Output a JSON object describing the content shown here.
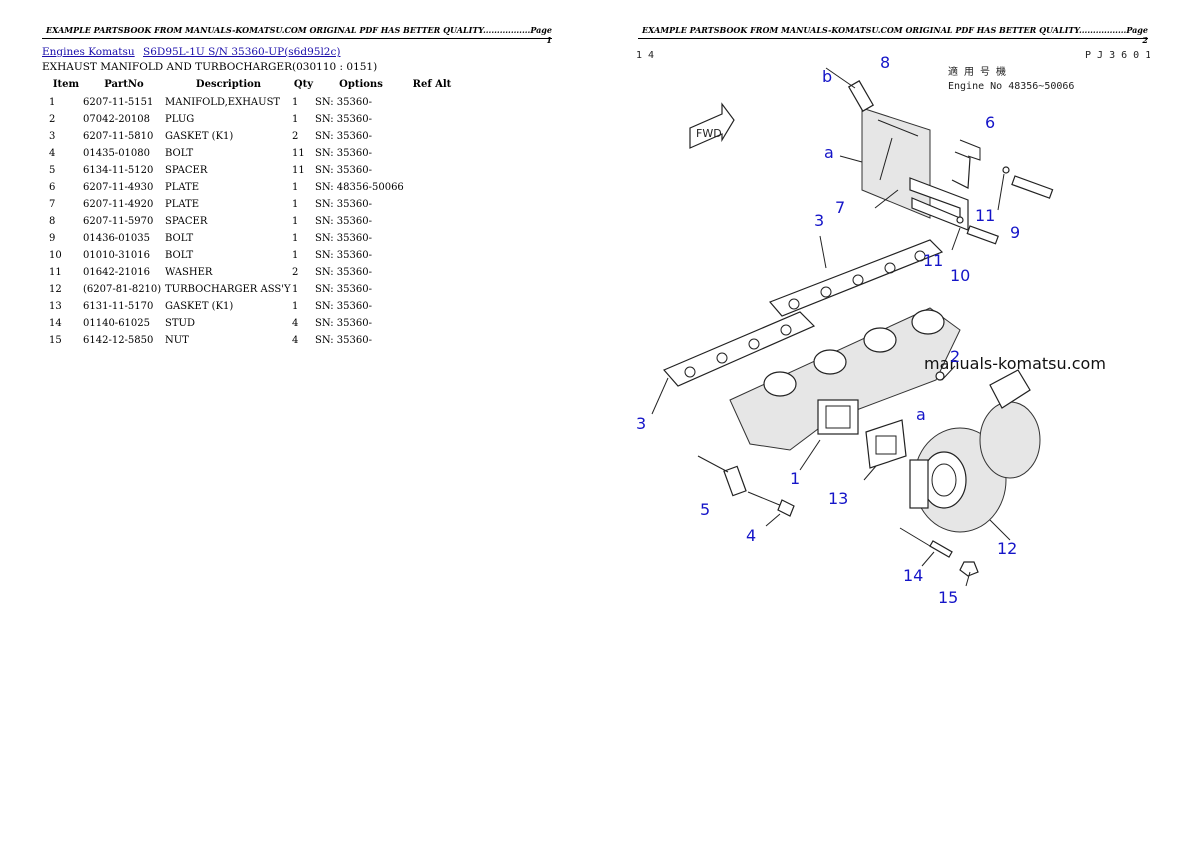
{
  "header": {
    "left": "EXAMPLE PARTSBOOK FROM MANUALS-KOMATSU.COM ORIGINAL PDF HAS BETTER QUALITY.................Page 1",
    "right": "EXAMPLE PARTSBOOK FROM MANUALS-KOMATSU.COM ORIGINAL PDF HAS BETTER QUALITY.................Page 2"
  },
  "breadcrumb": {
    "link1": "Engines Komatsu",
    "link2": "S6D95L-1U S/N 35360-UP(s6d95l2c)"
  },
  "subtitle": "EXHAUST MANIFOLD AND TURBOCHARGER(030110 : 0151)",
  "table": {
    "headers": [
      "Item",
      "PartNo",
      "Description",
      "Qty",
      "Options",
      "Ref Alt"
    ],
    "rows": [
      [
        "1",
        "6207-11-5151",
        "MANIFOLD,EXHAUST",
        "1",
        "SN: 35360-",
        ""
      ],
      [
        "2",
        "07042-20108",
        "PLUG",
        "1",
        "SN: 35360-",
        ""
      ],
      [
        "3",
        "6207-11-5810",
        "GASKET (K1)",
        "2",
        "SN: 35360-",
        ""
      ],
      [
        "4",
        "01435-01080",
        "BOLT",
        "11",
        "SN: 35360-",
        ""
      ],
      [
        "5",
        "6134-11-5120",
        "SPACER",
        "11",
        "SN: 35360-",
        ""
      ],
      [
        "6",
        "6207-11-4930",
        "PLATE",
        "1",
        "SN: 48356-50066",
        ""
      ],
      [
        "7",
        "6207-11-4920",
        "PLATE",
        "1",
        "SN: 35360-",
        ""
      ],
      [
        "8",
        "6207-11-5970",
        "SPACER",
        "1",
        "SN: 35360-",
        ""
      ],
      [
        "9",
        "01436-01035",
        "BOLT",
        "1",
        "SN: 35360-",
        ""
      ],
      [
        "10",
        "01010-31016",
        "BOLT",
        "1",
        "SN: 35360-",
        ""
      ],
      [
        "11",
        "01642-21016",
        "WASHER",
        "2",
        "SN: 35360-",
        ""
      ],
      [
        "12",
        "(6207-81-8210)",
        "TURBOCHARGER ASS'Y",
        "1",
        "SN: 35360-",
        ""
      ],
      [
        "13",
        "6131-11-5170",
        "GASKET (K1)",
        "1",
        "SN: 35360-",
        ""
      ],
      [
        "14",
        "01140-61025",
        "STUD",
        "4",
        "SN: 35360-",
        ""
      ],
      [
        "15",
        "6142-12-5850",
        "NUT",
        "4",
        "SN: 35360-",
        ""
      ]
    ]
  },
  "diagram": {
    "corner_left": "1 4",
    "corner_right": "P J 3 6 0 1",
    "note_line1": "適 用 号 機",
    "note_line2": "Engine No 48356~50066",
    "fwd": "FWD",
    "watermark": "manuals-komatsu.com",
    "ref_a": "a",
    "ref_b": "b",
    "callouts": [
      "1",
      "2",
      "3",
      "3",
      "4",
      "5",
      "6",
      "7",
      "8",
      "9",
      "10",
      "11",
      "11",
      "12",
      "13",
      "14",
      "15"
    ],
    "label_color": "#1515c8"
  }
}
